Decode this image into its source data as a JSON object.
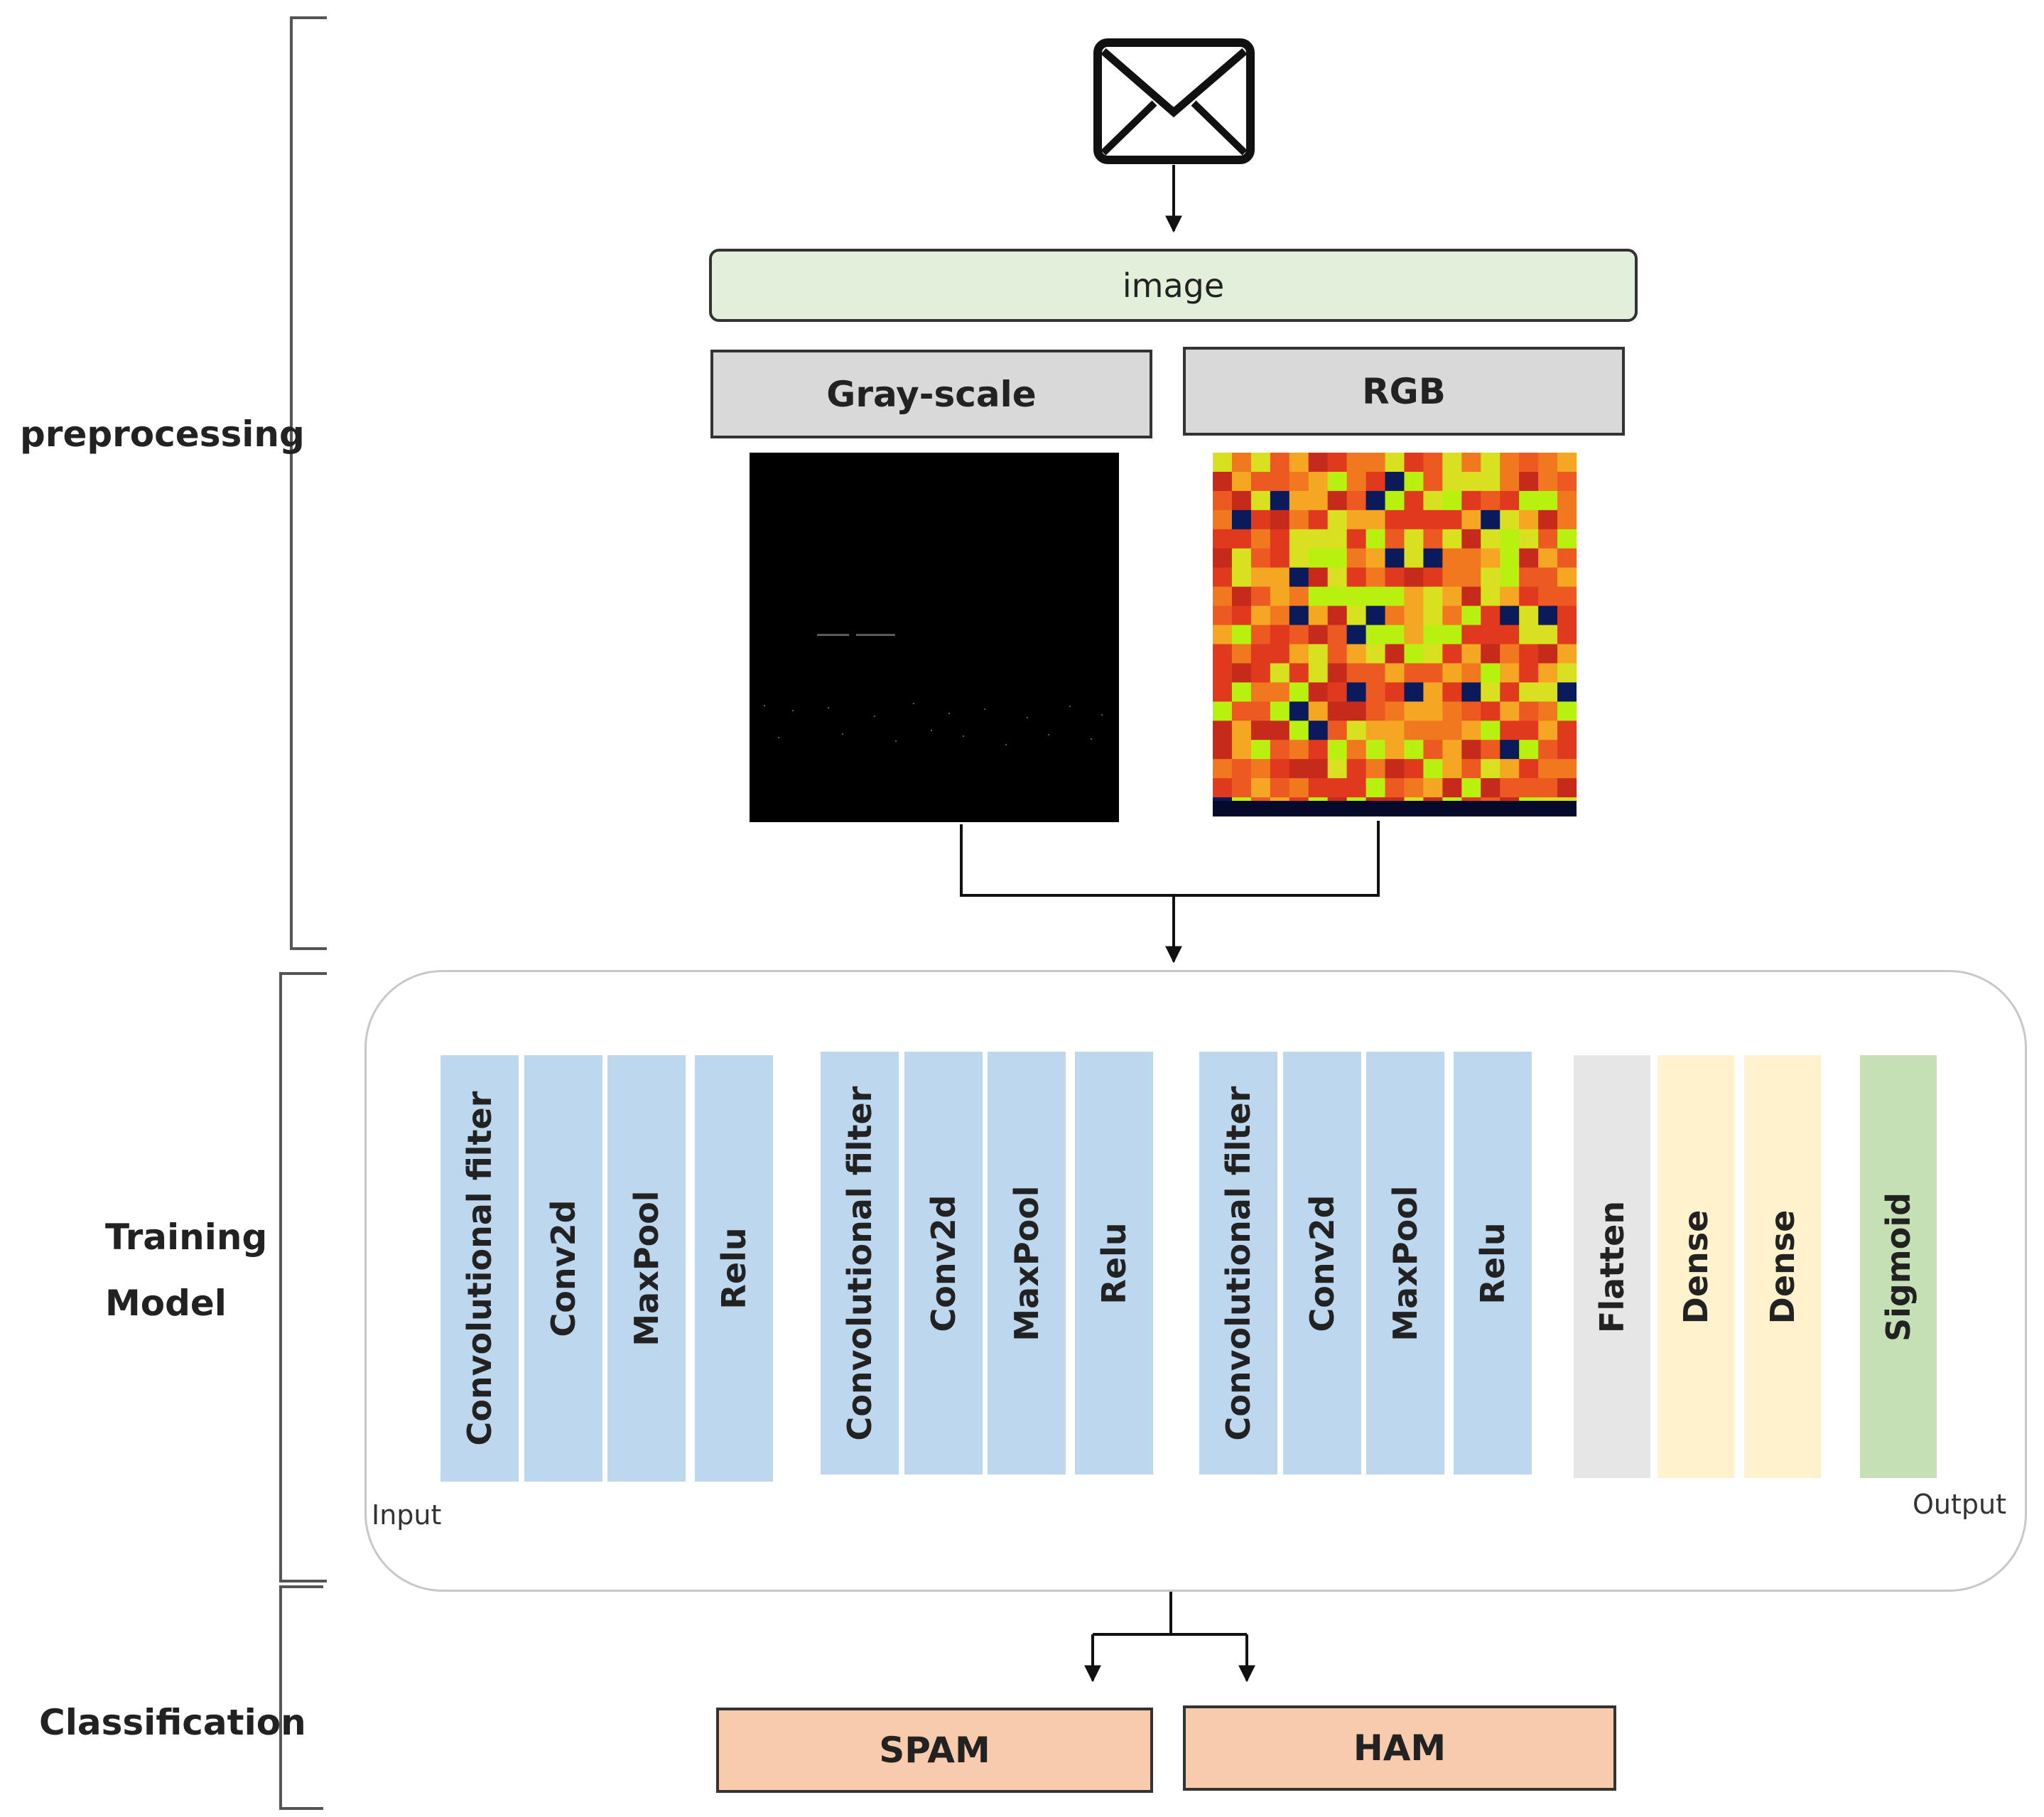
{
  "sections": {
    "preprocessing": "preprocessing",
    "training_line1": "Training",
    "training_line2": "Model",
    "classification": "Classification"
  },
  "input_icon": "envelope-icon",
  "image_label": "image",
  "branches": {
    "gray": "Gray-scale",
    "rgb": "RGB"
  },
  "model": {
    "input_label": "Input",
    "output_label": "Output",
    "blocks": [
      [
        "Convolutional filter",
        "Conv2d",
        "MaxPool",
        "Relu"
      ],
      [
        "Convolutional filter",
        "Conv2d",
        "MaxPool",
        "Relu"
      ],
      [
        "Convolutional filter",
        "Conv2d",
        "MaxPool",
        "Relu"
      ]
    ],
    "head": [
      "Flatten",
      "Dense",
      "Dense",
      "Sigmoid"
    ]
  },
  "outputs": {
    "spam": "SPAM",
    "ham": "HAM"
  },
  "colors": {
    "conv_layer": "#bdd7ee",
    "flatten": "#e7e6e6",
    "dense": "#fff2cc",
    "sigmoid": "#c5e0b4",
    "image_box": "#e2efda",
    "branch_box": "#d9d9d9",
    "class_box": "#f8cbad",
    "rgb_palette": [
      "#e03a1e",
      "#f0781e",
      "#f5a623",
      "#d8e020",
      "#b8f010",
      "#c62a1a",
      "#ec5a22",
      "#0a1a5a"
    ]
  }
}
